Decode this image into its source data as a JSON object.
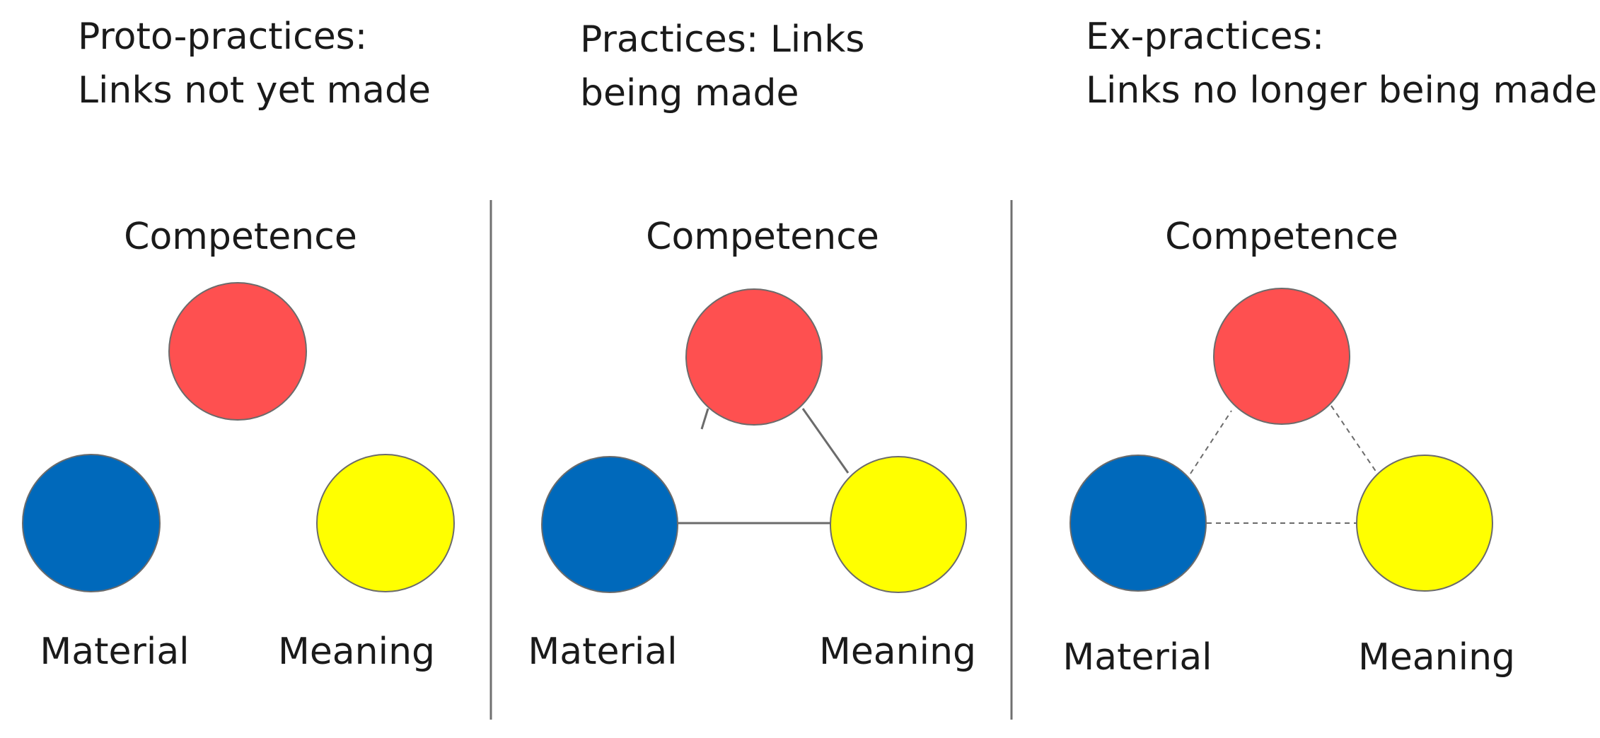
{
  "panels": [
    {
      "heading_line1": "Proto-practices:",
      "heading_line2": "Links not yet made",
      "link_state": "none",
      "nodes": {
        "top": "Competence",
        "left": "Material",
        "right": "Meaning"
      }
    },
    {
      "heading_line1": "Practices: Links",
      "heading_line2": "being made",
      "link_state": "solid",
      "nodes": {
        "top": "Competence",
        "left": "Material",
        "right": "Meaning"
      }
    },
    {
      "heading_line1": "Ex-practices:",
      "heading_line2": "Links no longer being made",
      "link_state": "dashed",
      "nodes": {
        "top": "Competence",
        "left": "Material",
        "right": "Meaning"
      }
    }
  ],
  "colors": {
    "competence": "#fe5050",
    "material": "#0069bb",
    "meaning": "#ffff00",
    "outline": "#6b6b6b",
    "link": "#6b6b6b",
    "divider": "#707070",
    "text": "#1a1a1a"
  }
}
